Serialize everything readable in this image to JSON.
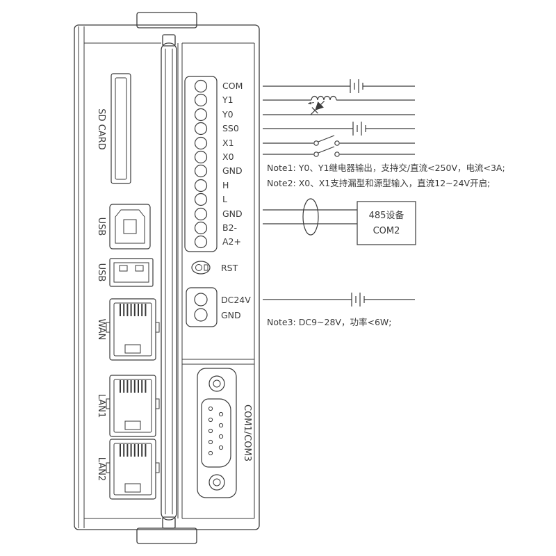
{
  "device": {
    "side_ports": [
      {
        "label": "SD CARD"
      },
      {
        "label": "USB"
      },
      {
        "label": "USB"
      },
      {
        "label": "WAN"
      },
      {
        "label": "LAN1"
      },
      {
        "label": "LAN2"
      }
    ],
    "terminals": [
      "COM",
      "Y1",
      "Y0",
      "SS0",
      "X1",
      "X0",
      "GND",
      "H",
      "L",
      "GND",
      "B2-",
      "A2+"
    ],
    "reset_label": "RST",
    "power_terminals": [
      "DC24V",
      "GND"
    ],
    "serial_label": "COM1/COM3"
  },
  "wiring": {
    "notes": [
      "Note1: Y0、Y1继电器输出，支持交/直流<250V，电流<3A;",
      "Note2: X0、X1支持漏型和源型输入，直流12~24V开启;",
      "Note3: DC9~28V，功率<6W;"
    ],
    "rs485_box": {
      "title": "485设备",
      "subtitle": "COM2"
    }
  },
  "colors": {
    "stroke": "#3a3a3a",
    "text": "#3a3a3a",
    "background": "#ffffff"
  }
}
